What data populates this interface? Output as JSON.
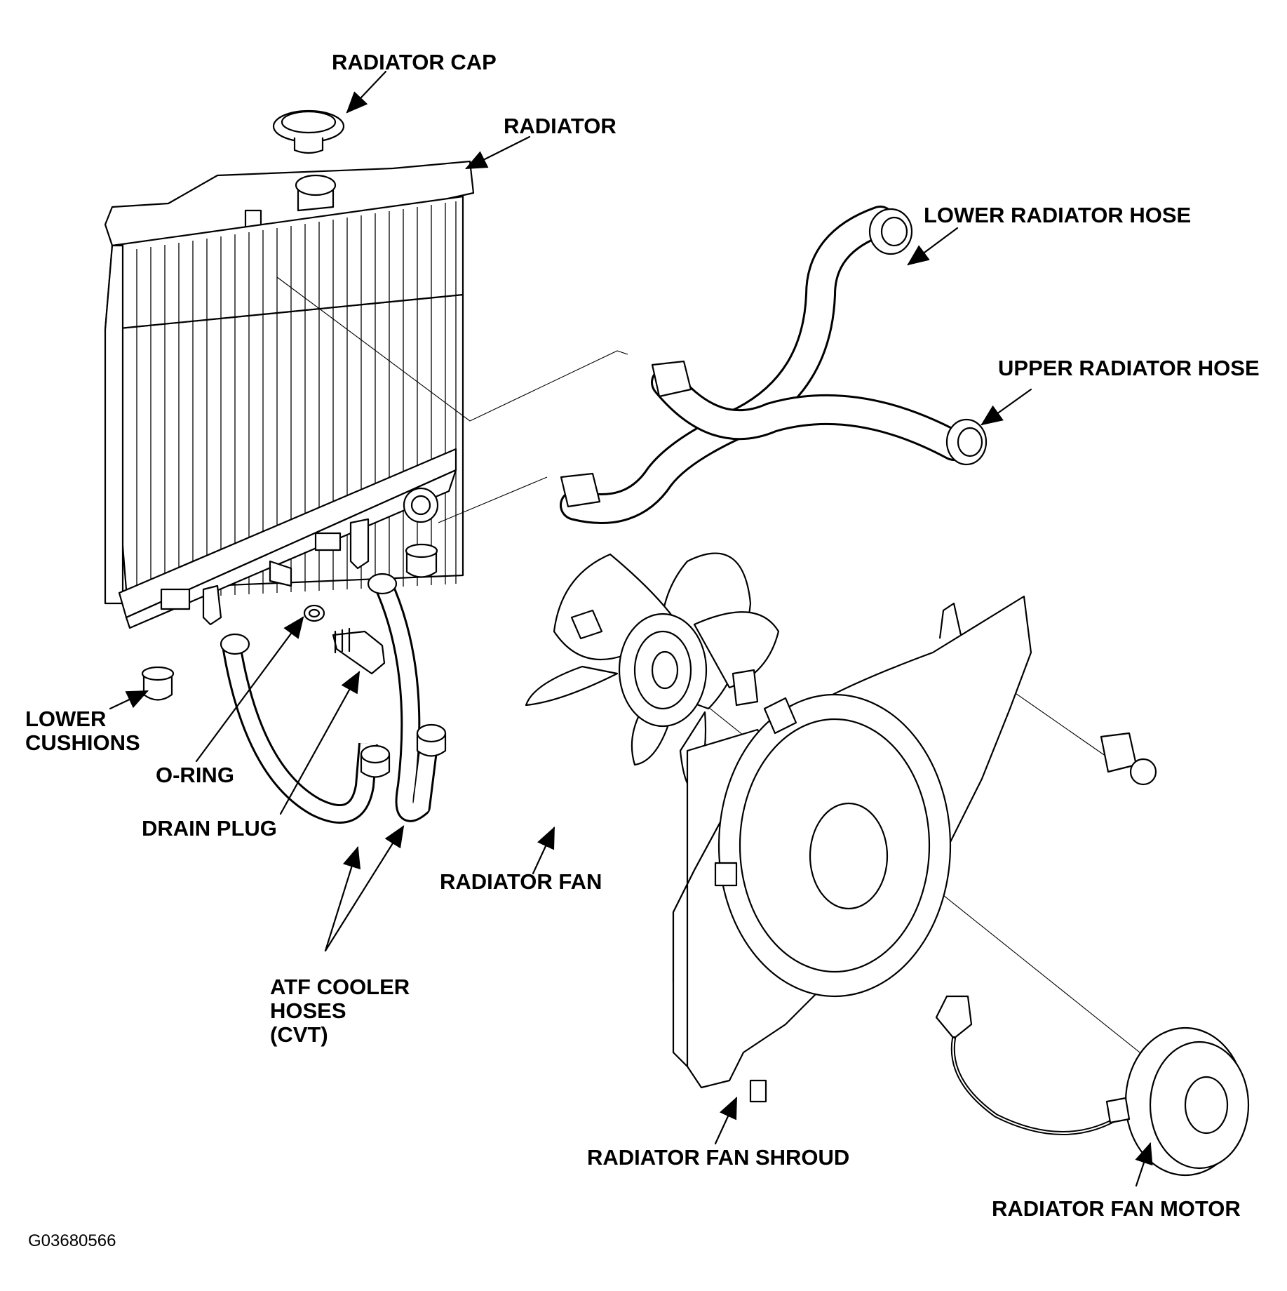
{
  "figure_id": "G03680566",
  "labels": {
    "radiator_cap": "RADIATOR CAP",
    "radiator": "RADIATOR",
    "lower_radiator_hose": "LOWER RADIATOR HOSE",
    "upper_radiator_hose": "UPPER RADIATOR HOSE",
    "lower_cushions": "LOWER\nCUSHIONS",
    "o_ring": "O-RING",
    "drain_plug": "DRAIN PLUG",
    "atf_cooler_hoses": "ATF COOLER\nHOSES\n(CVT)",
    "radiator_fan": "RADIATOR FAN",
    "radiator_fan_shroud": "RADIATOR FAN SHROUD",
    "radiator_fan_motor": "RADIATOR FAN MOTOR"
  }
}
